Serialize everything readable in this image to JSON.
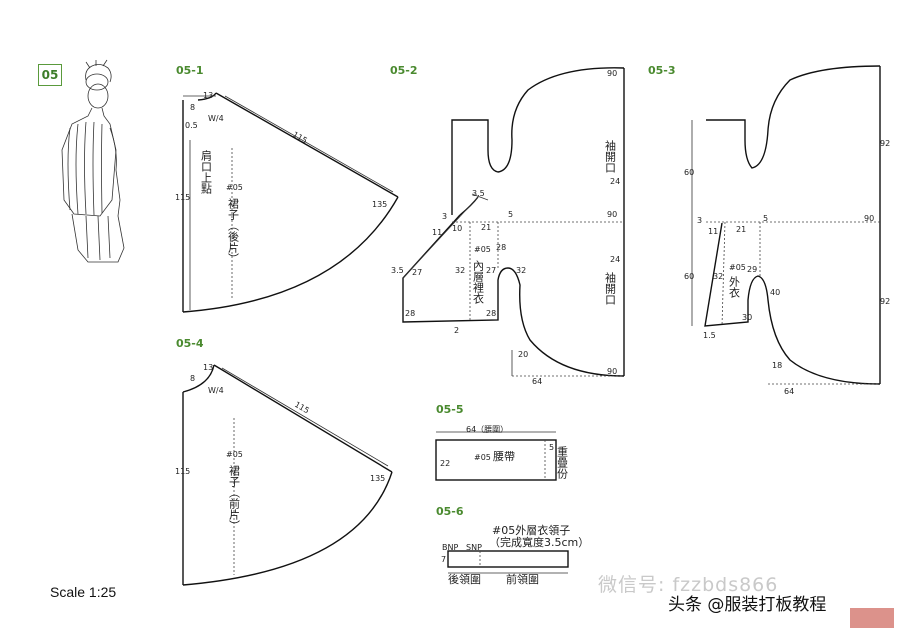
{
  "badge": "05",
  "scale": "Scale 1:25",
  "sections": {
    "s1": "05-1",
    "s2": "05-2",
    "s3": "05-3",
    "s4": "05-4",
    "s5": "05-5",
    "s6": "05-6"
  },
  "p1": {
    "d13": "13",
    "d8": "8",
    "w4": "W/4",
    "d05": "0.5",
    "d115": "115",
    "d115b": "115",
    "d135": "135",
    "label1": "肩口上點",
    "code": "#05",
    "label2": "裙子（後片）"
  },
  "p2": {
    "d90a": "90",
    "d24a": "24",
    "sleeve1": "袖開口",
    "d35a": "3.5",
    "d3": "3",
    "d5": "5",
    "d90b": "90",
    "d11": "11",
    "d10": "10",
    "d21": "21",
    "d28a": "28",
    "d24b": "24",
    "sleeve2": "袖開口",
    "code": "#05",
    "label": "內層裡衣",
    "d35b": "3.5",
    "d27a": "27",
    "d32a": "32",
    "d27b": "27",
    "d32b": "32",
    "d28b": "28",
    "d28c": "28",
    "d2": "2",
    "d20": "20",
    "d64": "64",
    "d90c": "90"
  },
  "p3": {
    "d92a": "92",
    "d60a": "60",
    "d3": "3",
    "d5": "5",
    "d90": "90",
    "d11": "11",
    "d21": "21",
    "d60b": "60",
    "code": "#05",
    "label": "外衣",
    "d32": "32",
    "d29": "29",
    "d40": "40",
    "d92b": "92",
    "d30": "30",
    "d15": "1.5",
    "d18": "18",
    "d64": "64"
  },
  "p4": {
    "d13": "13",
    "d8": "8",
    "w4": "W/4",
    "d115": "115",
    "d115b": "115",
    "d135": "135",
    "code": "#05",
    "label": "裙子（前片）"
  },
  "p5": {
    "waist": "64（腰圍）",
    "d22": "22",
    "d5": "5",
    "code": "#05",
    "label": "腰帶",
    "fold": "重疊份"
  },
  "p6": {
    "title1": "#05外層衣領子",
    "title2": "（完成寬度3.5cm）",
    "bnp": "BNP",
    "snp": "SNP",
    "d7": "7",
    "back": "後領圍",
    "front": "前領圍"
  },
  "watermark": {
    "wechat": "微信号: fzzbds866",
    "toutiao": "头条 @服装打板教程"
  }
}
